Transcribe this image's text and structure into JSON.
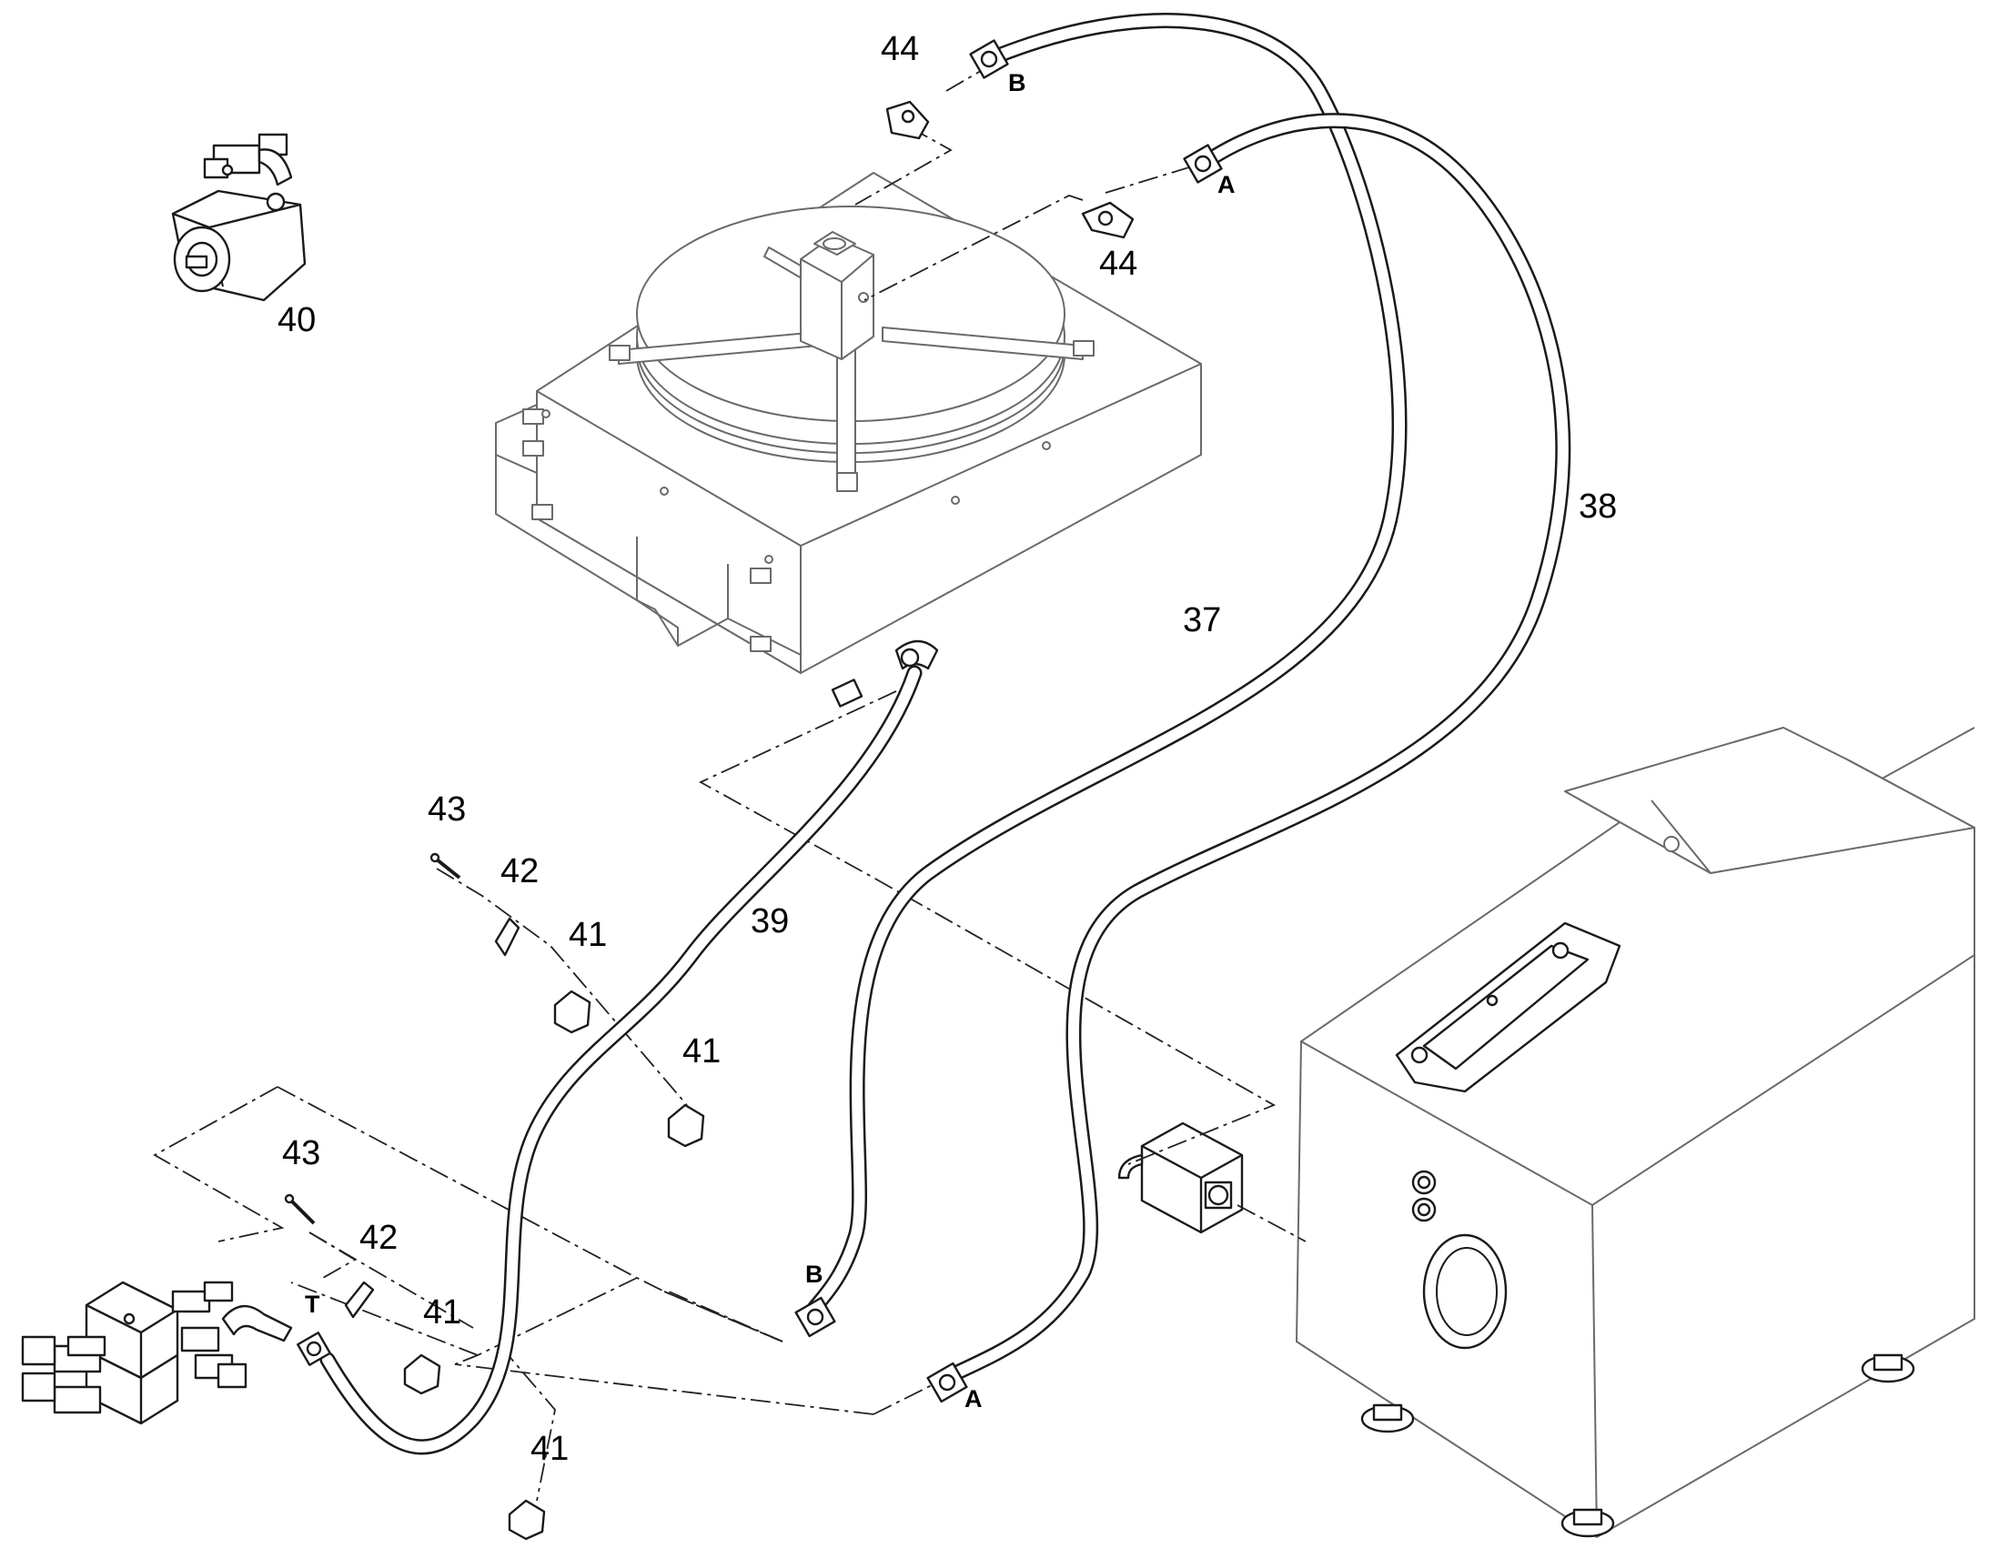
{
  "callouts": {
    "c37": "37",
    "c38": "38",
    "c39": "39",
    "c40": "40",
    "c41a": "41",
    "c41b": "41",
    "c41c": "41",
    "c41d": "41",
    "c42a": "42",
    "c42b": "42",
    "c43a": "43",
    "c43b": "43",
    "c44a": "44",
    "c44b": "44"
  },
  "ports": {
    "top_b": "B",
    "top_a": "A",
    "bottom_b": "B",
    "bottom_a": "A",
    "tank_t": "T"
  },
  "colors": {
    "outline": "#1a1a1a",
    "light_outline": "#6a6a6a",
    "background": "#ffffff"
  }
}
